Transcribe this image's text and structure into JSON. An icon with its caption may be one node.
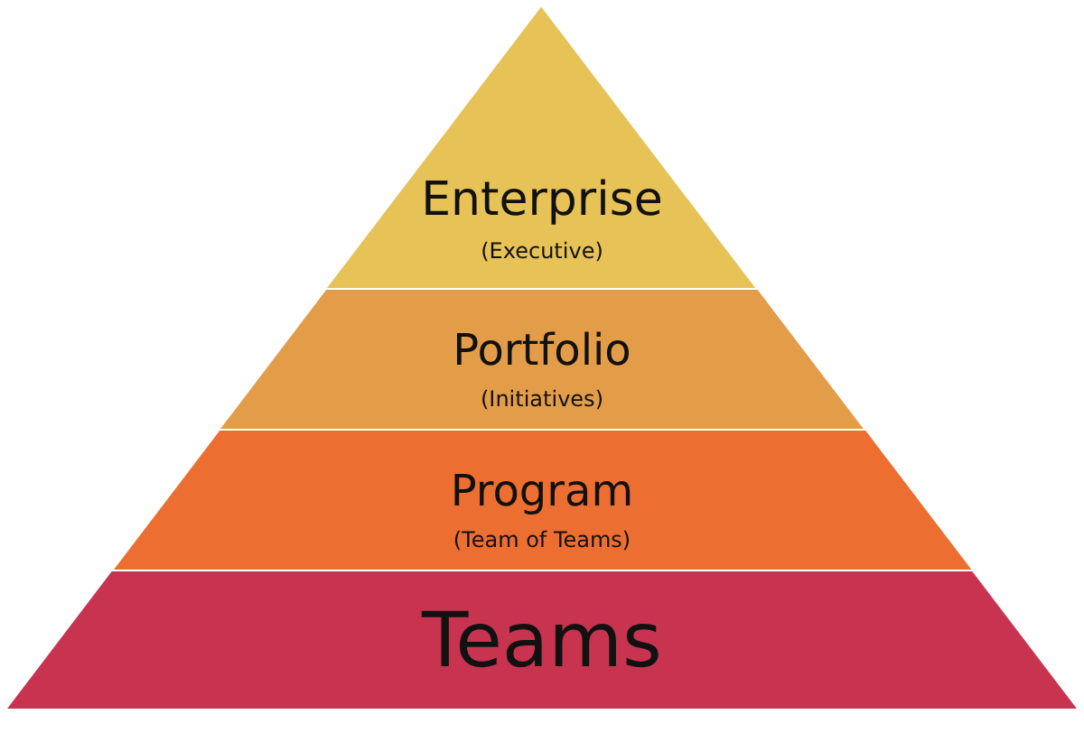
{
  "diagram": {
    "nodes": [
      {
        "text": [
          "Enterprise",
          "(Executive)"
        ]
      },
      {
        "text": [
          "Portfolio",
          "(Initiatives)"
        ]
      },
      {
        "text": [
          "Program",
          "(Team of Teams)"
        ]
      },
      {
        "text": [
          "Teams"
        ]
      }
    ]
  }
}
